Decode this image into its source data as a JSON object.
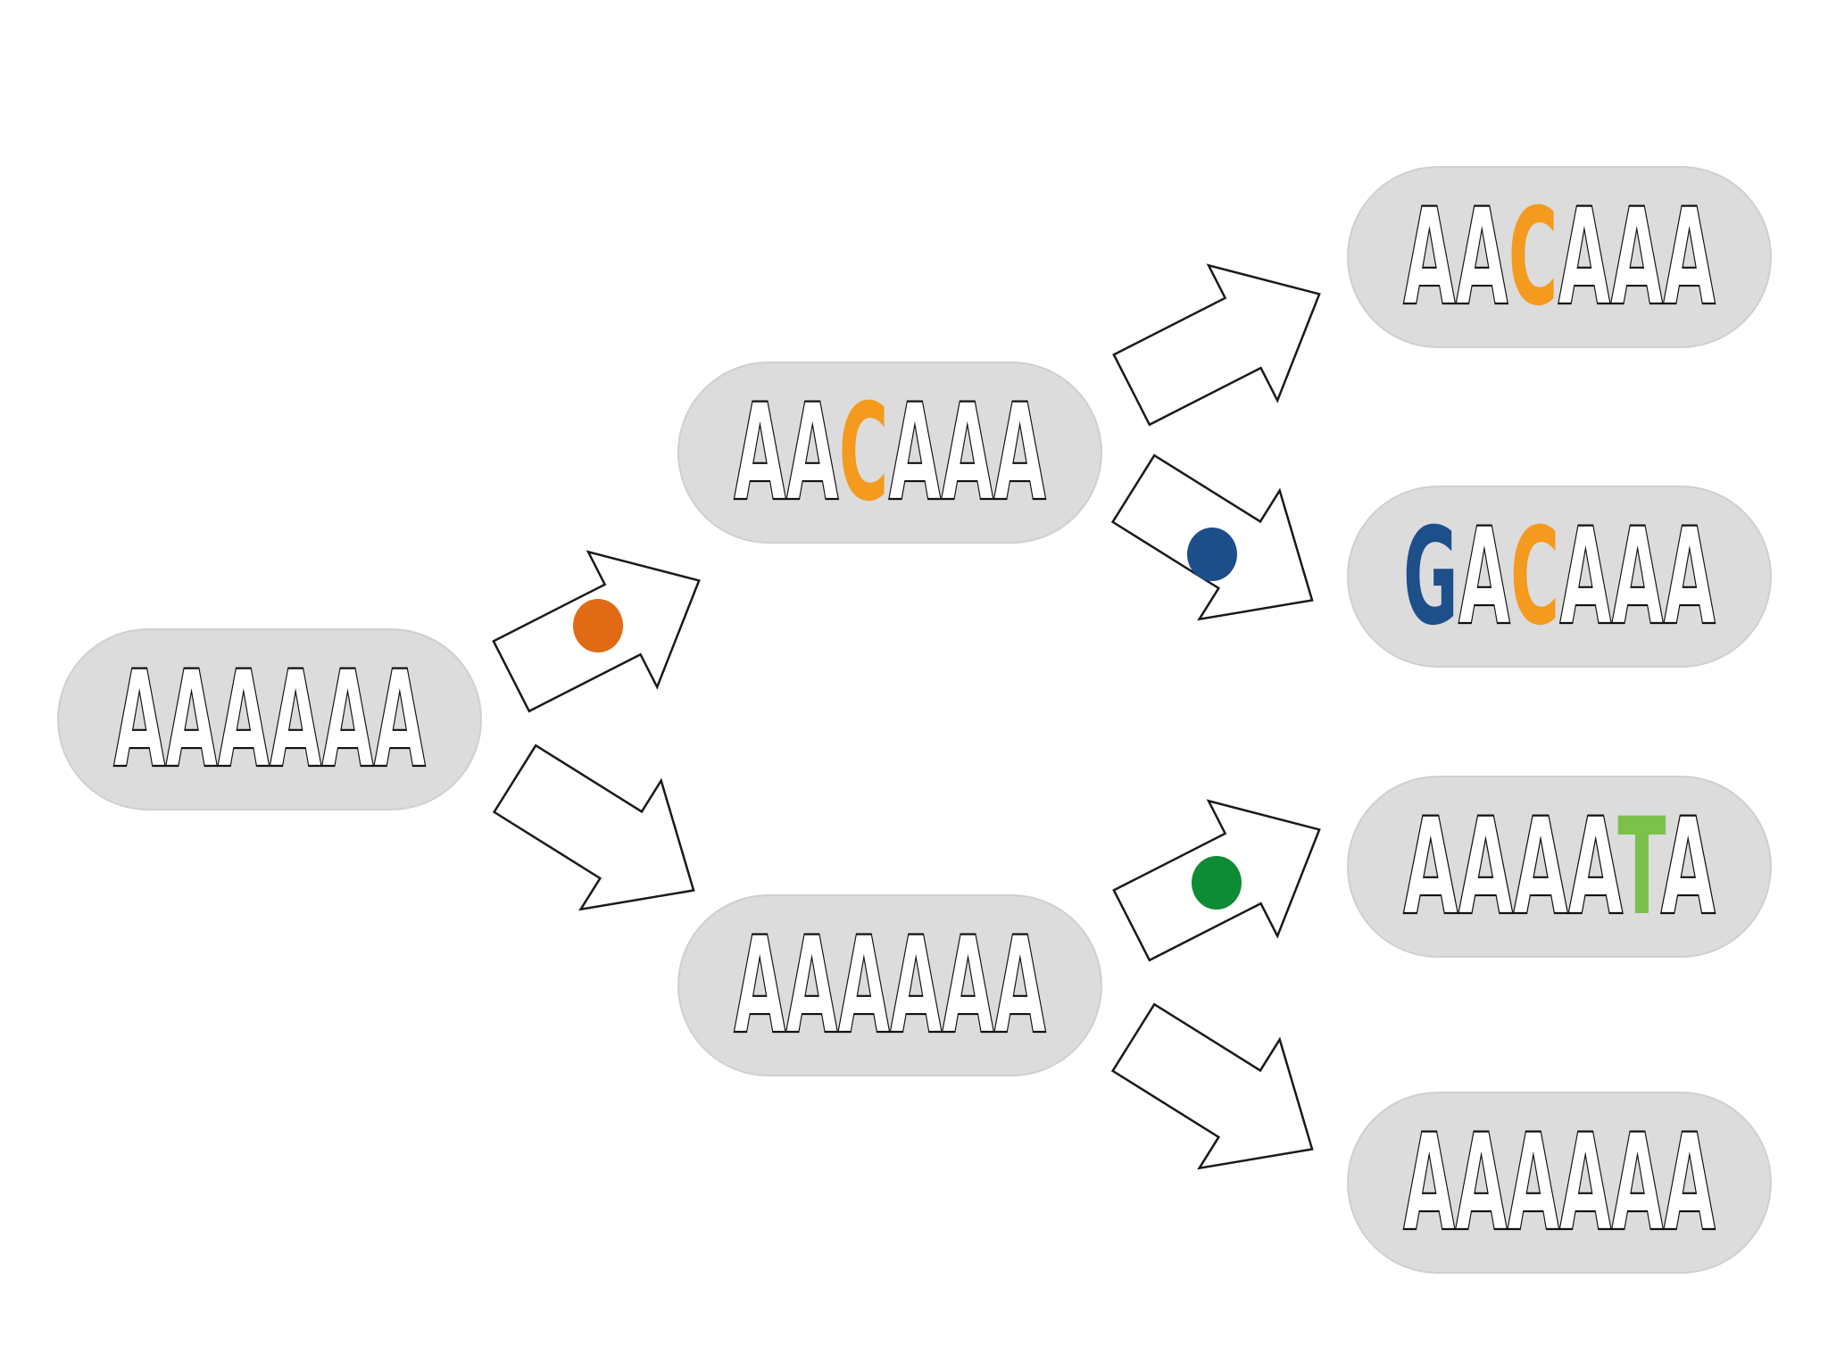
{
  "colors": {
    "orange": "#f39a1f",
    "blue": "#1d4f8b",
    "green": "#7cc24a",
    "mutation_orange": "#e06b14",
    "mutation_blue": "#1c4f8a",
    "mutation_green": "#0d8b35"
  },
  "nodes": [
    {
      "id": "root",
      "letters": [
        "A",
        "A",
        "A",
        "A",
        "A",
        "A"
      ],
      "highlights": []
    },
    {
      "id": "gen1-top",
      "letters": [
        "A",
        "A",
        "C",
        "A",
        "A",
        "A"
      ],
      "highlights": [
        {
          "index": 2,
          "color": "#f39a1f"
        }
      ]
    },
    {
      "id": "gen1-bottom",
      "letters": [
        "A",
        "A",
        "A",
        "A",
        "A",
        "A"
      ],
      "highlights": []
    },
    {
      "id": "gen2-1",
      "letters": [
        "A",
        "A",
        "C",
        "A",
        "A",
        "A"
      ],
      "highlights": [
        {
          "index": 2,
          "color": "#f39a1f"
        }
      ]
    },
    {
      "id": "gen2-2",
      "letters": [
        "G",
        "A",
        "C",
        "A",
        "A",
        "A"
      ],
      "highlights": [
        {
          "index": 0,
          "color": "#1d4f8b"
        },
        {
          "index": 2,
          "color": "#f39a1f"
        }
      ]
    },
    {
      "id": "gen2-3",
      "letters": [
        "A",
        "A",
        "A",
        "A",
        "T",
        "A"
      ],
      "highlights": [
        {
          "index": 4,
          "color": "#7cc24a"
        }
      ]
    },
    {
      "id": "gen2-4",
      "letters": [
        "A",
        "A",
        "A",
        "A",
        "A",
        "A"
      ],
      "highlights": []
    }
  ],
  "edges": [
    {
      "from": "root",
      "to": "gen1-top",
      "mutation": true,
      "mutation_color": "#e06b14"
    },
    {
      "from": "root",
      "to": "gen1-bottom",
      "mutation": false
    },
    {
      "from": "gen1-top",
      "to": "gen2-1",
      "mutation": false
    },
    {
      "from": "gen1-top",
      "to": "gen2-2",
      "mutation": true,
      "mutation_color": "#1c4f8a"
    },
    {
      "from": "gen1-bottom",
      "to": "gen2-3",
      "mutation": true,
      "mutation_color": "#0d8b35"
    },
    {
      "from": "gen1-bottom",
      "to": "gen2-4",
      "mutation": false
    }
  ]
}
